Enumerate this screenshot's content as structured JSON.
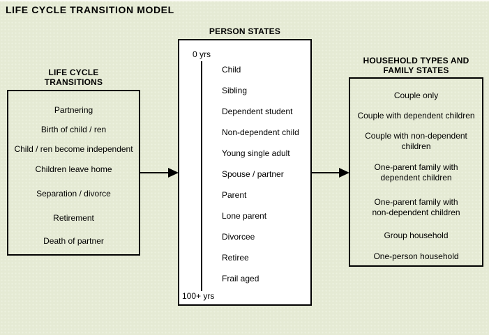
{
  "title": "LIFE CYCLE TRANSITION MODEL",
  "colors": {
    "background": "#E5EAD4",
    "box_border": "#000000",
    "text": "#000000",
    "person_states_box_background": "#FFFFFF"
  },
  "left_panel": {
    "heading_lines": [
      "LIFE CYCLE",
      "TRANSITIONS"
    ],
    "items": [
      "Partnering",
      "Birth of child / ren",
      "Child / ren become independent",
      "Children leave home",
      "Separation / divorce",
      "Retirement",
      "Death of partner"
    ]
  },
  "middle_panel": {
    "heading": "PERSON STATES",
    "age_start_label": "0 yrs",
    "age_end_label": "100+ yrs",
    "items": [
      "Child",
      "Sibling",
      "Dependent student",
      "Non-dependent child",
      "Young single adult",
      "Spouse / partner",
      "Parent",
      "Lone parent",
      "Divorcee",
      "Retiree",
      "Frail aged"
    ]
  },
  "right_panel": {
    "heading_lines": [
      "HOUSEHOLD TYPES AND",
      "FAMILY STATES"
    ],
    "items": [
      [
        "Couple only"
      ],
      [
        "Couple with dependent children"
      ],
      [
        "Couple with non-dependent",
        "children"
      ],
      [
        "One-parent family with",
        "dependent children"
      ],
      [
        "One-parent family with",
        "non-dependent children"
      ],
      [
        "Group household"
      ],
      [
        "One-person household"
      ]
    ]
  }
}
